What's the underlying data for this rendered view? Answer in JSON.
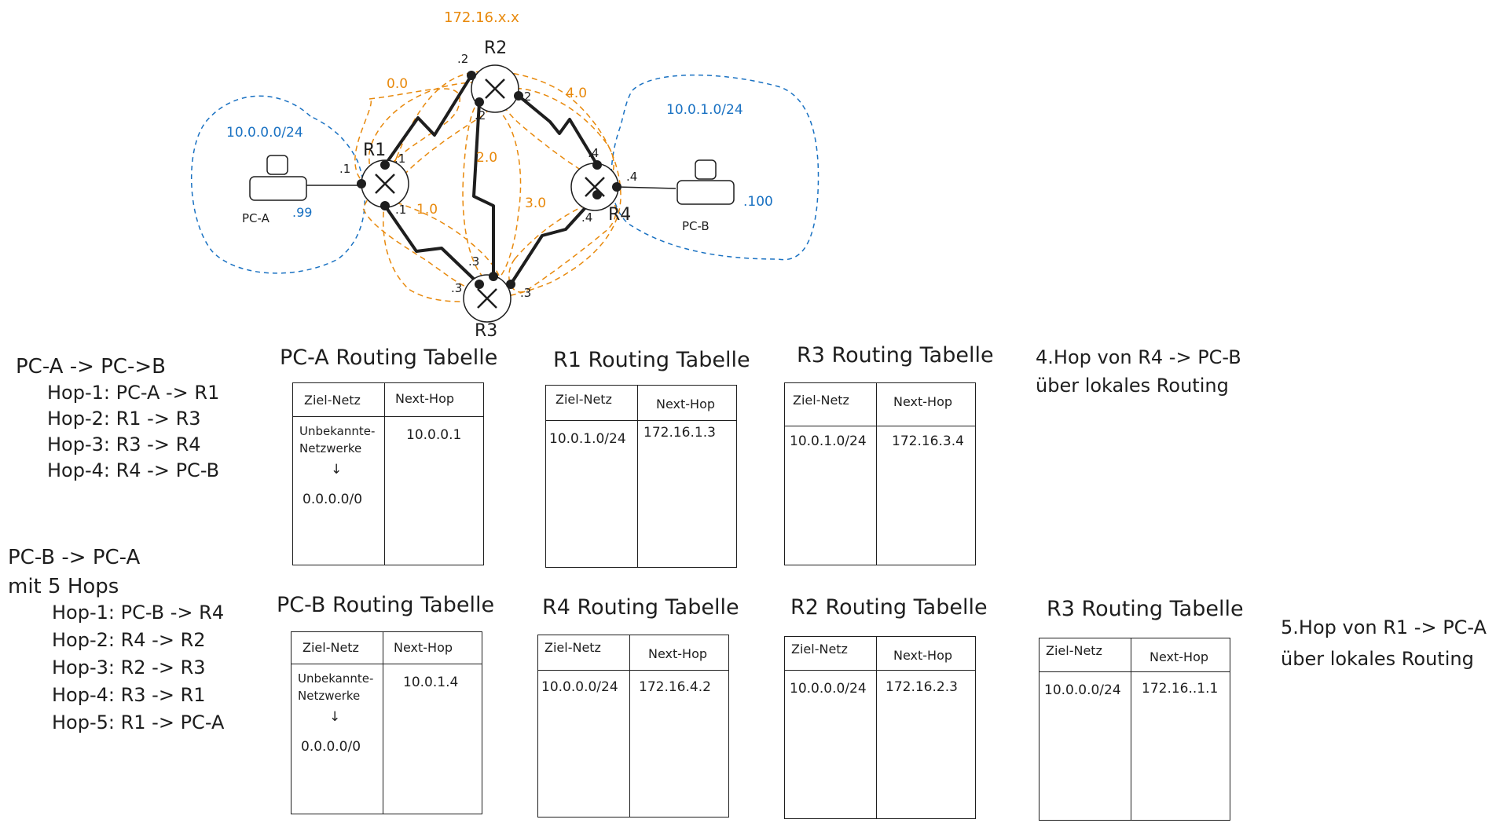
{
  "diagram": {
    "supernet": "172.16.x.x",
    "routers": [
      "R1",
      "R2",
      "R3",
      "R4"
    ],
    "pcs": [
      "PC-A",
      "PC-B"
    ],
    "lan_a": "10.0.0.0/24",
    "lan_b": "10.0.1.0/24",
    "pc_a_host": ".99",
    "pc_b_host": ".100",
    "links": [
      "0.0",
      "1.0",
      "2.0",
      "3.0",
      "4.0"
    ],
    "if_r1": ".1",
    "if_r2": ".2",
    "if_r3": ".3",
    "if_r4": ".4"
  },
  "path_a_to_b": {
    "title": "PC-A -> PC->B",
    "hops": [
      "Hop-1: PC-A -> R1",
      "Hop-2: R1 -> R3",
      "Hop-3: R3 -> R4",
      "Hop-4: R4 -> PC-B"
    ]
  },
  "path_b_to_a": {
    "title": "PC-B -> PC-A",
    "subtitle": "mit 5 Hops",
    "hops": [
      "Hop-1: PC-B -> R4",
      "Hop-2: R4 -> R2",
      "Hop-3: R2 -> R3",
      "Hop-4: R3 -> R1",
      "Hop-5: R1 -> PC-A"
    ]
  },
  "tables": {
    "col_dest": "Ziel-Netz",
    "col_next": "Next-Hop",
    "unknown": "Unbekannte-",
    "unknown2": "Netzwerke",
    "arrow": "↓",
    "default_route": "0.0.0.0/0",
    "pca": {
      "title": "PC-A Routing Tabelle",
      "next": "10.0.0.1"
    },
    "r1": {
      "title": "R1 Routing Tabelle",
      "dest": "10.0.1.0/24",
      "next": "172.16.1.3"
    },
    "r3a": {
      "title": "R3 Routing Tabelle",
      "dest": "10.0.1.0/24",
      "next": "172.16.3.4"
    },
    "pcb": {
      "title": "PC-B Routing Tabelle",
      "next": "10.0.1.4"
    },
    "r4": {
      "title": "R4 Routing Tabelle",
      "dest": "10.0.0.0/24",
      "next": "172.16.4.2"
    },
    "r2": {
      "title": "R2 Routing Tabelle",
      "dest": "10.0.0.0/24",
      "next": "172.16.2.3"
    },
    "r3b": {
      "title": "R3 Routing Tabelle",
      "dest": "10.0.0.0/24",
      "next": "172.16..1.1"
    }
  },
  "notes": {
    "hop4_line1": "4.Hop von R4 -> PC-B",
    "hop4_line2": "über lokales Routing",
    "hop5_line1": "5.Hop von R1 -> PC-A",
    "hop5_line2": "über lokales Routing"
  },
  "colors": {
    "orange": "#e8890c",
    "blue": "#1971c2",
    "ink": "#1e1e1e"
  }
}
